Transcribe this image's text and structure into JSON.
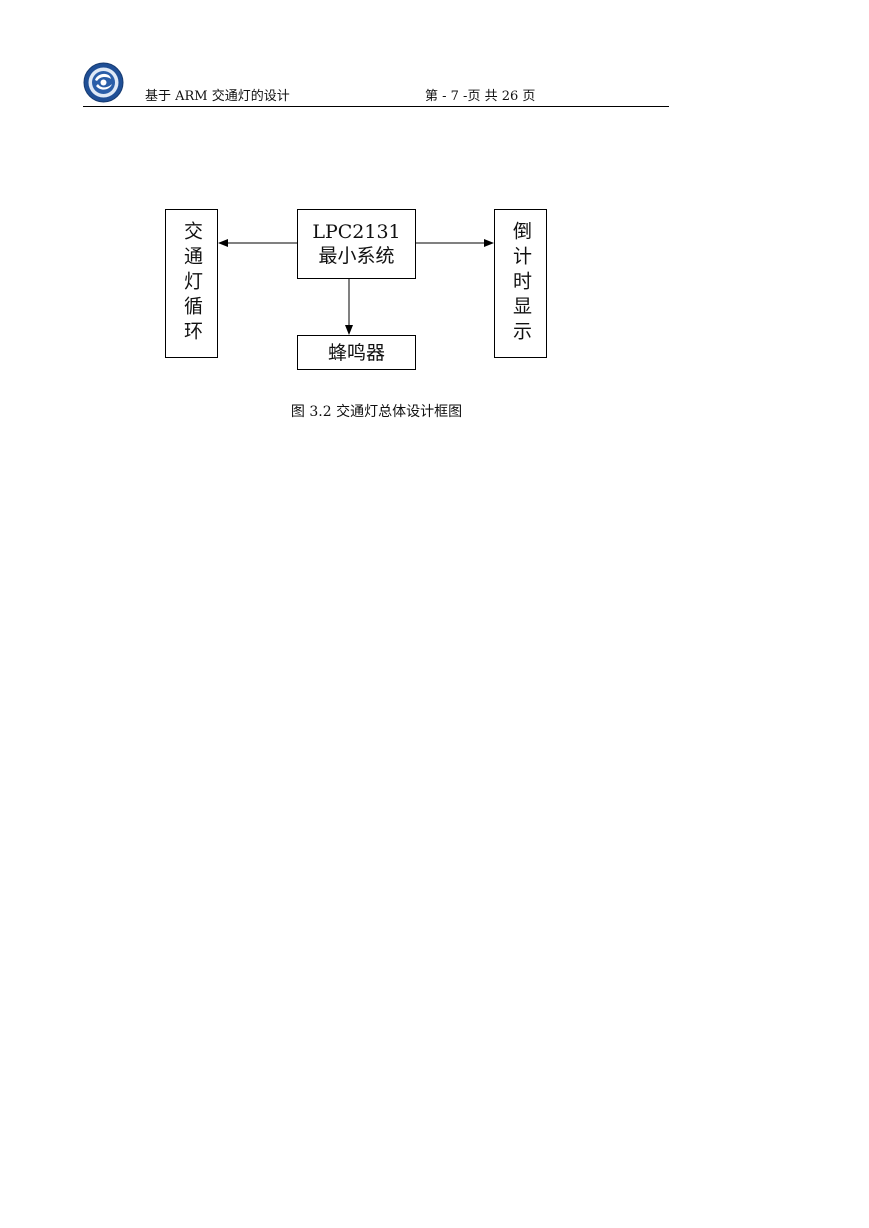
{
  "header": {
    "title": "基于 ARM 交通灯的设计",
    "page_info": "第 - 7 -页  共 26 页",
    "logo_icon": "university-seal-icon"
  },
  "diagram": {
    "nodes": {
      "core": {
        "line1": "LPC2131",
        "line2": "最小系统"
      },
      "traffic": {
        "label": "交通灯循环"
      },
      "countdown": {
        "label": "倒计时显示"
      },
      "buzzer": {
        "label": "蜂鸣器"
      }
    },
    "edges": [
      {
        "from": "core",
        "to": "traffic"
      },
      {
        "from": "core",
        "to": "countdown"
      },
      {
        "from": "core",
        "to": "buzzer"
      }
    ],
    "caption": "图 3.2  交通灯总体设计框图"
  },
  "colors": {
    "ink": "#000000",
    "logo_blue": "#2a5ea8"
  }
}
